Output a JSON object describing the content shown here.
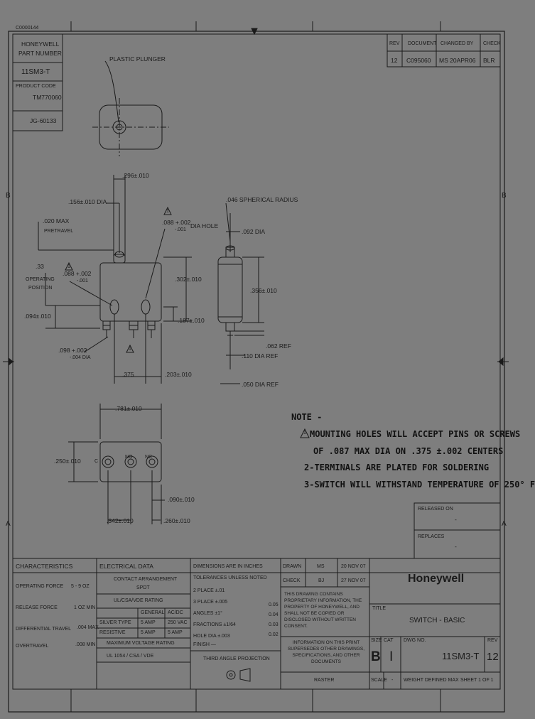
{
  "frame": {
    "top_left_ref": "C0000144",
    "zone_left_mid": "B",
    "zone_left_lower": "A"
  },
  "header_left": {
    "line1": "HONEYWELL",
    "line2": "PART NUMBER",
    "part_number": "11SM3-T",
    "product_code_label": "PRODUCT CODE",
    "product_code": "TM770060",
    "code2": "JG-60133"
  },
  "revision_table": {
    "headers": [
      "REV",
      "DOCUMENT",
      "CHANGED BY",
      "CHECK"
    ],
    "row": [
      "12",
      "C095060",
      "MS 20APR06",
      "BLR"
    ]
  },
  "drawing_labels": {
    "plastic_plunger": "PLASTIC PLUNGER",
    "dim_296": ".296±.010",
    "dim_156": ".156±.010 DIA",
    "max_pretravel_1": ".020 MAX",
    "max_pretravel_2": "PRETRAVEL",
    "dim_088_a": ".088 +.002",
    "dim_088_a2": "-.001",
    "dia_hole": "DIA HOLE",
    "op_pos_val": ".33",
    "op_pos_1": "OPERATING",
    "op_pos_2": "POSITION",
    "dim_088_b": ".088 +.002",
    "dim_088_b2": "-.001",
    "dim_094": ".094±.010",
    "dim_098": ".098 +.002",
    "dim_098_2": "-.004 DIA",
    "dim_302": ".302±.010",
    "dim_187": ".187±.010",
    "dim_375": ".375",
    "dim_203": ".203±.010",
    "dim_781": ".781±.010",
    "dim_250": ".250±.010",
    "dim_090": ".090±.010",
    "dim_342": ".342±.010",
    "dim_260": ".260±.010",
    "spherical": ".046 SPHERICAL RADIUS",
    "dim_092": ".092 DIA",
    "dim_356": ".356±.010",
    "dim_062": ".062 REF",
    "dim_110": ".110 DIA REF",
    "dim_050": ".050 DIA REF",
    "warn_mark": "1",
    "term_c": "C",
    "term_no": "NO",
    "term_nc": "NC"
  },
  "notes": {
    "title": "NOTE -",
    "n1a": "MOUNTING HOLES WILL ACCEPT PINS OR SCREWS",
    "n1b": "OF .087 MAX DIA ON .375 ±.002 CENTERS",
    "n2": "2-TERMINALS ARE PLATED FOR SOLDERING",
    "n3": "3-SWITCH WILL WITHSTAND TEMPERATURE OF 250° F"
  },
  "release_box": {
    "released": "RELEASED ON",
    "replaces": "REPLACES",
    "released_val": "-",
    "replaces_val": "-"
  },
  "characteristics": {
    "title": "CHARACTERISTICS",
    "rows": [
      {
        "label": "OPERATING FORCE",
        "value": "5 - 9 OZ"
      },
      {
        "label": "RELEASE FORCE",
        "value": "1 OZ MIN"
      },
      {
        "label": "DIFFERENTIAL TRAVEL",
        "value": ".004 MAX"
      },
      {
        "label": "OVERTRAVEL",
        "value": ".008 MIN"
      }
    ]
  },
  "electrical": {
    "title": "ELECTRICAL DATA",
    "contact_line1": "CONTACT ARRANGEMENT",
    "contact_line2": "SPDT",
    "ul_line": "UL/CSA/VDE RATING",
    "col_general": "GENERAL",
    "col_ac": "AC/DC",
    "row1": [
      "SILVER TYPE",
      "5 AMP",
      "250 VAC"
    ],
    "row2": [
      "RESISTIVE",
      "5 AMP",
      "5 AMP"
    ],
    "max_line": "MAXIMUM VOLTAGE RATING",
    "approvals": "UL 1054 / CSA / VDE"
  },
  "tolerance_block": {
    "rows": [
      "DIMENSIONS ARE IN INCHES",
      "TOLERANCES UNLESS NOTED",
      "2 PLACE  ±.01",
      "3 PLACE  ±.005",
      "ANGLES  ±1°",
      "FRACTIONS  ±1/64",
      "HOLE DIA  ±.003",
      "FINISH  —"
    ],
    "side_vals": [
      "0.05",
      "0.04",
      "0.03",
      "0.02"
    ]
  },
  "symbol_block": {
    "title": "THIRD ANGLE PROJECTION"
  },
  "signatures": {
    "rows": [
      {
        "label": "DRAWN",
        "initials": "MS",
        "date": "20 NOV 07"
      },
      {
        "label": "CHECK",
        "initials": "BJ",
        "date": "27 NOV 07"
      }
    ],
    "disclaimer": "THIS DRAWING CONTAINS PROPRIETARY INFORMATION, THE PROPERTY OF HONEYWELL, AND SHALL NOT BE COPIED OR DISCLOSED WITHOUT WRITTEN CONSENT.",
    "source_note": "INFORMATION ON THIS PRINT SUPERSEDES OTHER DRAWINGS, SPECIFICATIONS, AND OTHER DOCUMENTS",
    "raster": "RASTER"
  },
  "title_block": {
    "brand": "Honeywell",
    "title_label": "TITLE",
    "title": "SWITCH - BASIC",
    "size_label": "SIZE",
    "size": "B",
    "cat_label": "CAT",
    "cat": "I",
    "dwg_label": "DWG NO.",
    "dwg_no": "11SM3-T",
    "rev_label": "REV",
    "rev": "12",
    "scale_label": "SCALE",
    "scale": "-",
    "weight": "WEIGHT DEFINED MAX",
    "sheet": "SHEET 1 OF 1"
  }
}
